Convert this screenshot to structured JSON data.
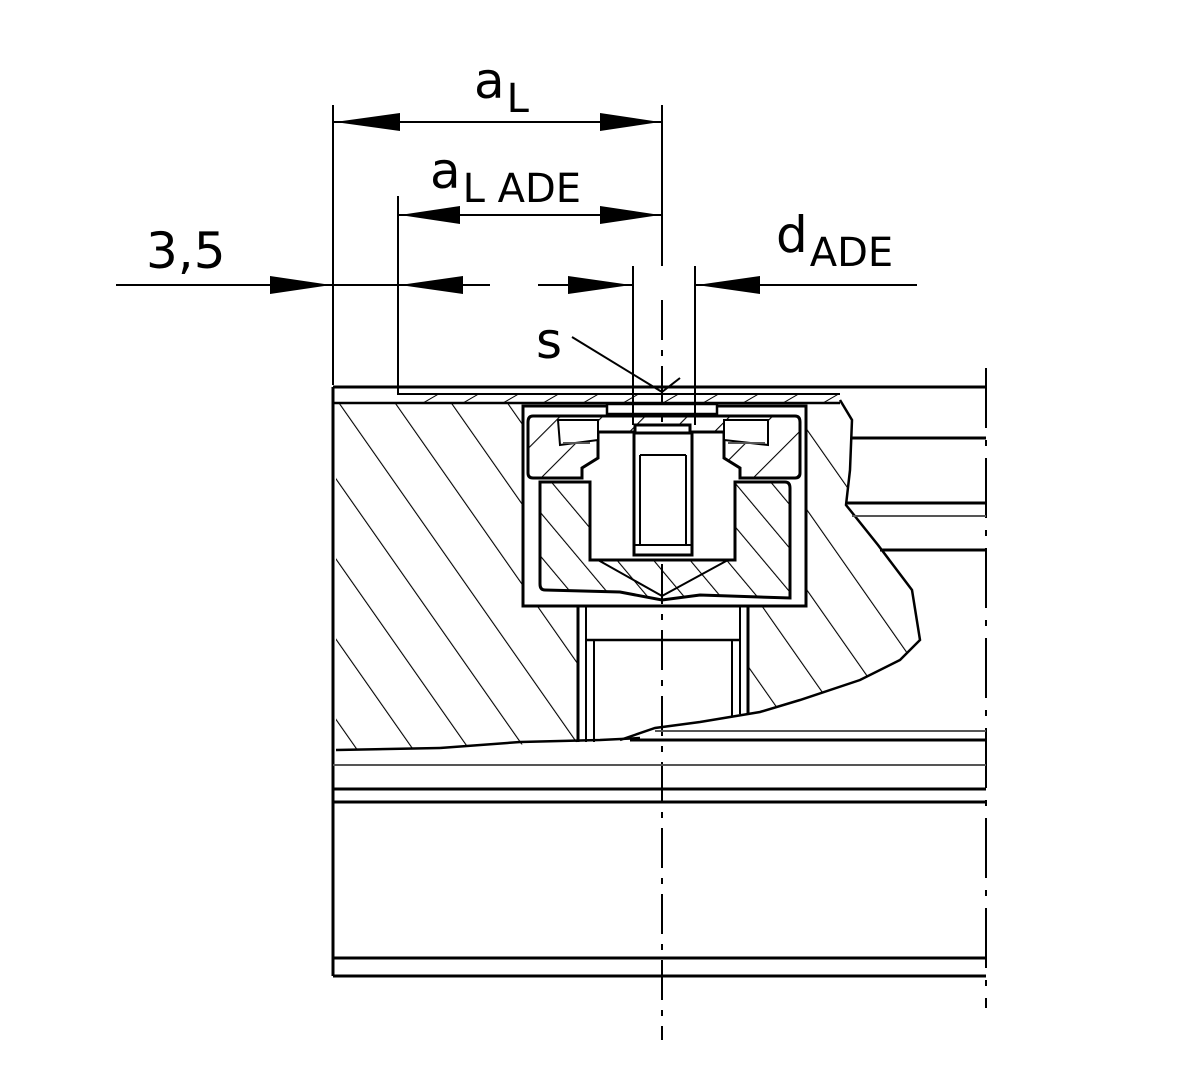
{
  "drawing": {
    "type": "technical cross-section",
    "line_color": "#000000",
    "background_color": "#ffffff",
    "dimensions": {
      "a_L": {
        "main": "a",
        "sub": "L"
      },
      "a_L_ADE": {
        "main": "a",
        "sub": "L ADE"
      },
      "d_ADE": {
        "main": "d",
        "sub": "ADE"
      },
      "offset": {
        "text": "3,5"
      },
      "s": {
        "text": "s"
      }
    }
  }
}
